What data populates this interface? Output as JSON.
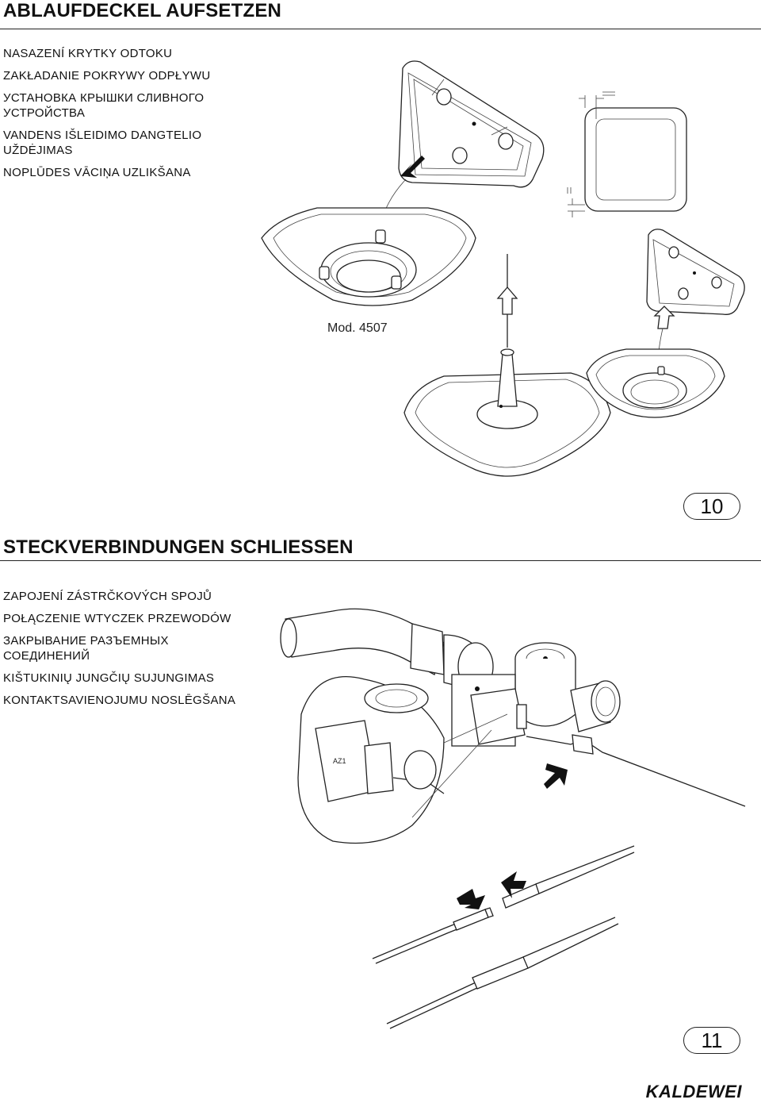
{
  "section1": {
    "heading": "ABLAUFDECKEL AUFSETZEN",
    "translations": [
      "NASAZENÍ KRYTKY ODTOKU",
      "ZAKŁADANIE POKRYWY ODPŁYWU",
      "УСТАНОВКА КРЫШКИ СЛИВНОГО УСТРОЙСТВА",
      "VANDENS IŠLEIDIMO DANGTELIO UŽDĖJIMAS",
      "NOPLŪDES VĀCIŅA UZLIKŠANA"
    ],
    "model_label": "Mod. 4507",
    "step_number": "10"
  },
  "section2": {
    "heading": "STECKVERBINDUNGEN SCHLIESSEN",
    "translations": [
      "ZAPOJENÍ ZÁSTRČKOVÝCH SPOJŮ",
      "POŁĄCZENIE WTYCZEK PRZEWODÓW",
      "ЗАКРЫВАНИЕ РАЗЪЕМНЫХ СОЕДИНЕНИЙ",
      "KIŠTUKINIŲ JUNGČIŲ SUJUNGIMAS",
      "KONTAKTSAVIENOJUMU NOSLĒGŠANA"
    ],
    "step_number": "11"
  },
  "brand": "KALDEWEI",
  "icons": [
    "pointer-arrow-icon",
    "up-arrow-icon"
  ]
}
